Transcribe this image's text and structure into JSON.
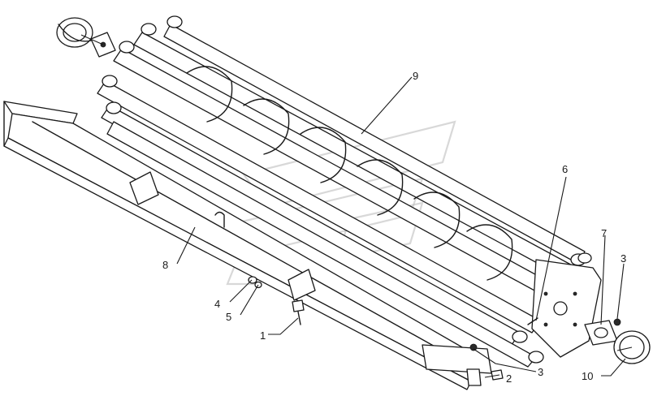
{
  "callouts": [
    {
      "id": "1",
      "text": "1"
    },
    {
      "id": "2",
      "text": "2"
    },
    {
      "id": "3a",
      "text": "3"
    },
    {
      "id": "3b",
      "text": "3"
    },
    {
      "id": "4",
      "text": "4"
    },
    {
      "id": "5",
      "text": "5"
    },
    {
      "id": "6",
      "text": "6"
    },
    {
      "id": "7",
      "text": "7"
    },
    {
      "id": "8",
      "text": "8"
    },
    {
      "id": "9",
      "text": "9"
    },
    {
      "id": "10",
      "text": "10"
    }
  ]
}
